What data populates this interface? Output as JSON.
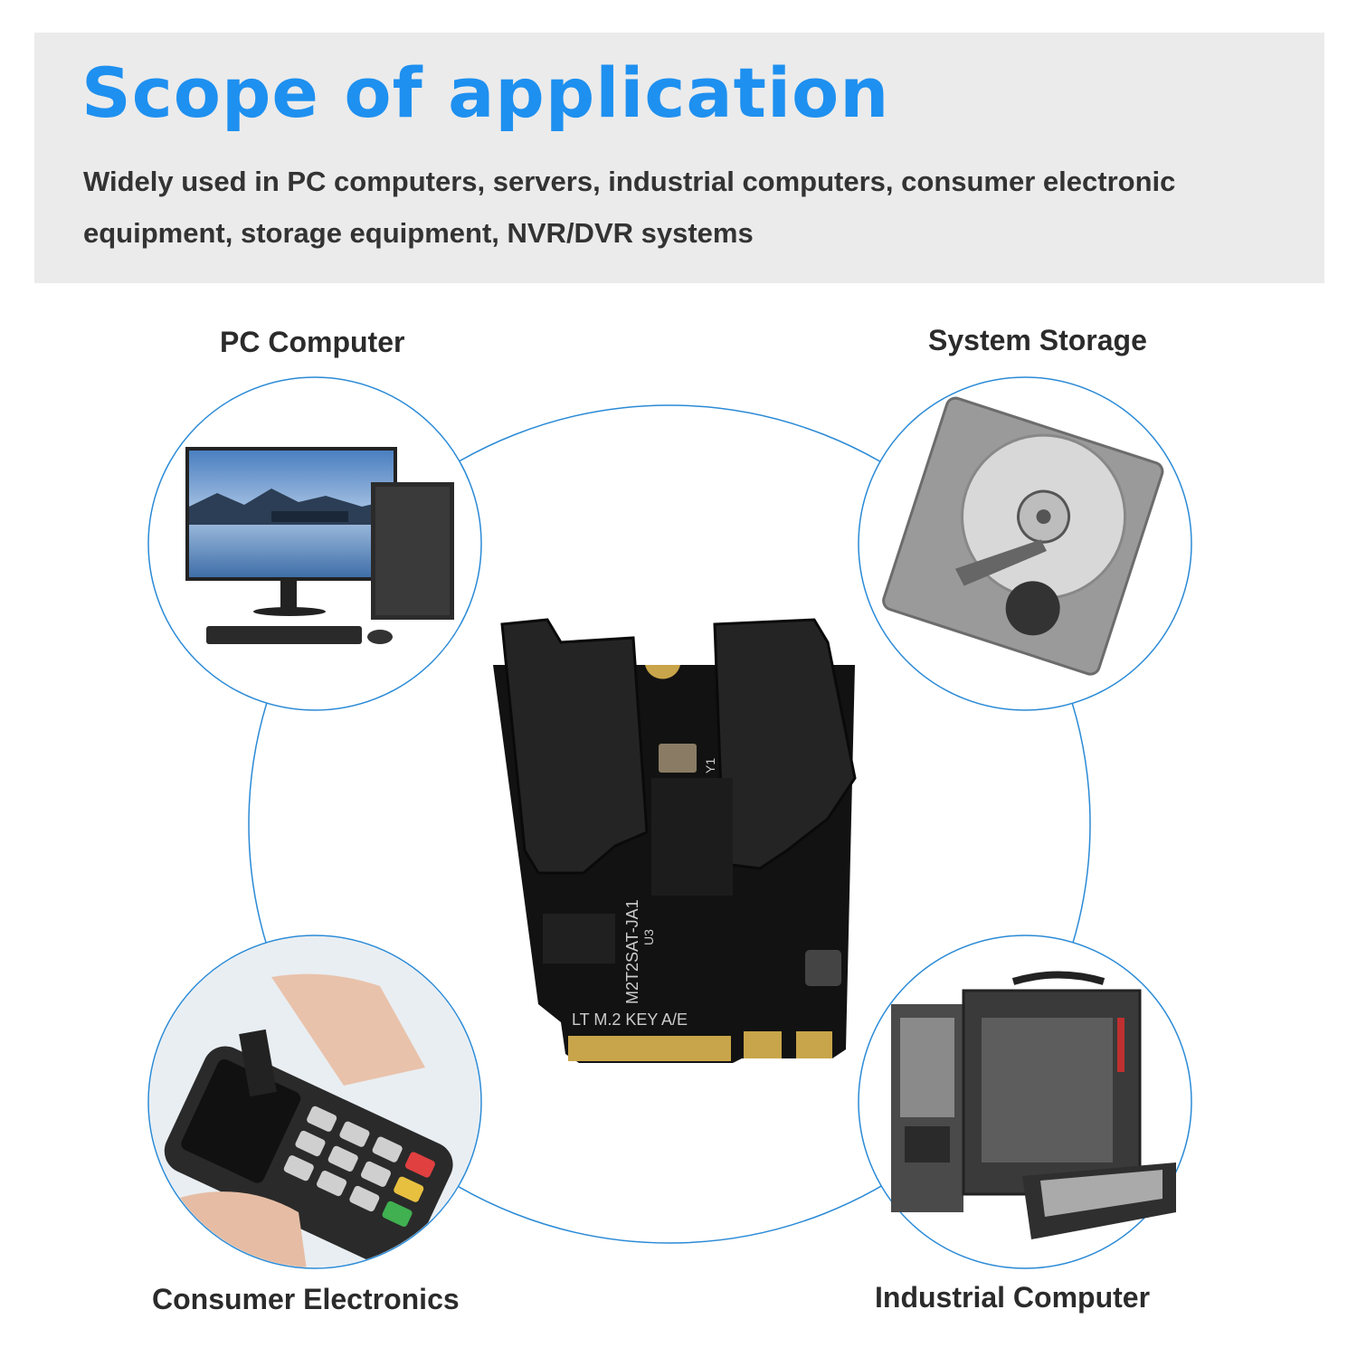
{
  "header": {
    "title": "Scope of application",
    "description": "Widely used in PC computers, servers, industrial computers, consumer electronic equipment, storage equipment, NVR/DVR systems"
  },
  "applications": [
    {
      "label": "PC Computer",
      "icon": "desktop-computer-photo"
    },
    {
      "label": "System Storage",
      "icon": "hard-disk-drive-photo"
    },
    {
      "label": "Consumer Electronics",
      "icon": "payment-terminal-photo"
    },
    {
      "label": "Industrial Computer",
      "icon": "portable-industrial-computer-photo"
    }
  ],
  "product": {
    "icon": "m2-to-sata-adapter-board-photo",
    "board_markings": [
      "M2T2SAT-JA1",
      "LT  M.2 KEY A/E",
      "U3",
      "Y1"
    ]
  },
  "colors": {
    "title": "#1e90f0",
    "circle_stroke": "#2a8ad6",
    "banner_bg": "#ebebeb",
    "text": "#333333"
  }
}
